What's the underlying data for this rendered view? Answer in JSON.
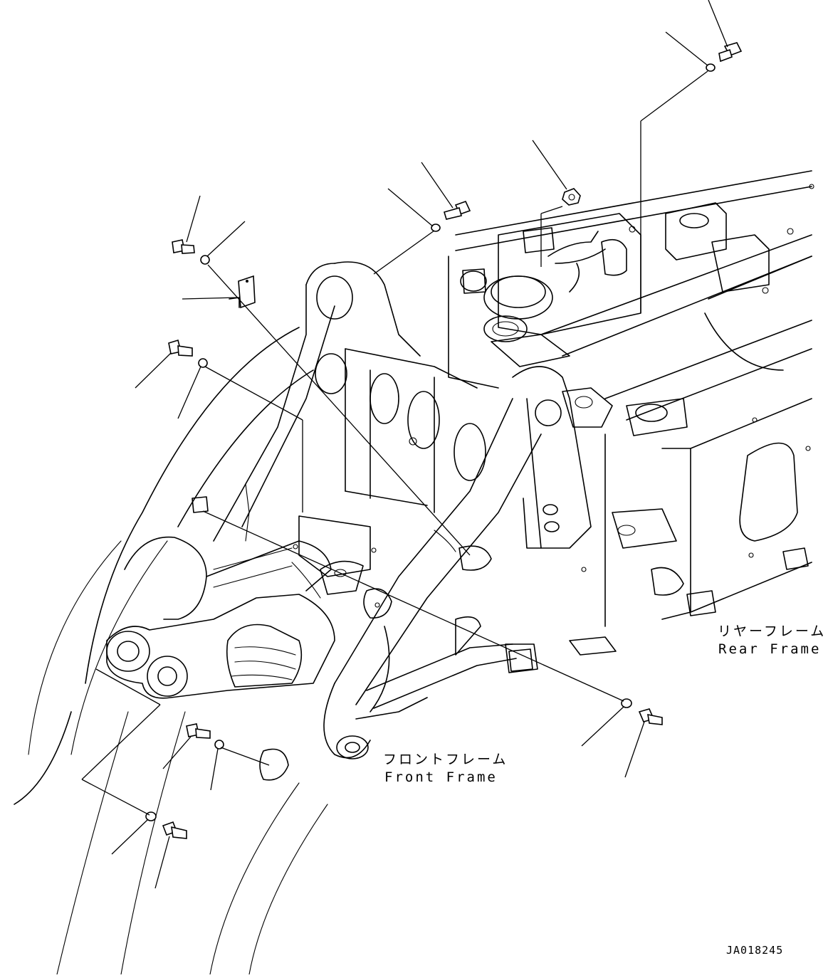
{
  "labels": {
    "rear_frame_jp": "リヤーフレーム",
    "rear_frame_en": "Rear Frame",
    "front_frame_jp": "フロントフレーム",
    "front_frame_en": "Front Frame",
    "drawing_id": "JA018245"
  },
  "colors": {
    "ink": "#000000",
    "paper": "#ffffff"
  }
}
